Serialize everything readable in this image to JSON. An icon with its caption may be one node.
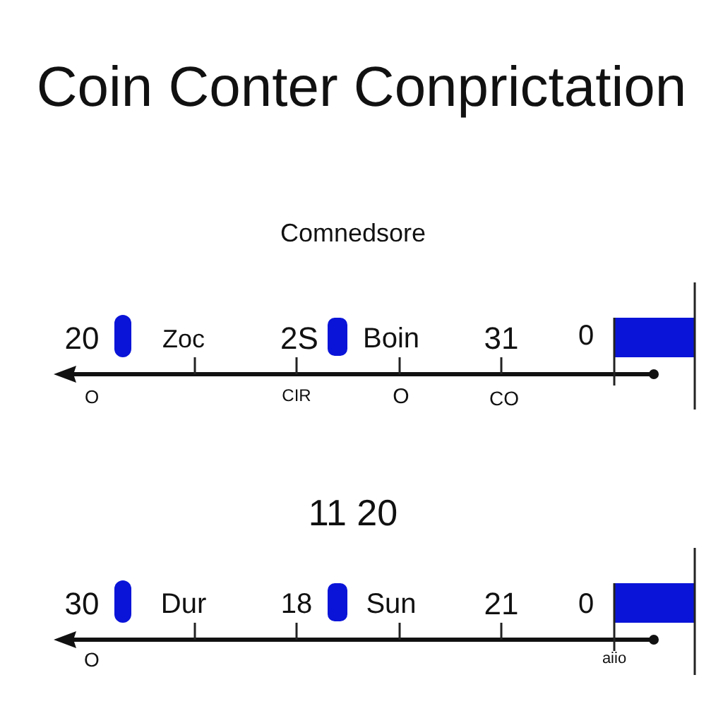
{
  "diagram": {
    "title": "Coin Conter Conprictation",
    "labels": [
      "Comnedsore",
      "20",
      "Zoc",
      "2S",
      "Boin",
      "31",
      "0",
      "O",
      "CIR",
      "O",
      "CO",
      "11 20",
      "30",
      "Dur",
      "18",
      "Sun",
      "21",
      "0",
      "O",
      "aiio"
    ]
  }
}
